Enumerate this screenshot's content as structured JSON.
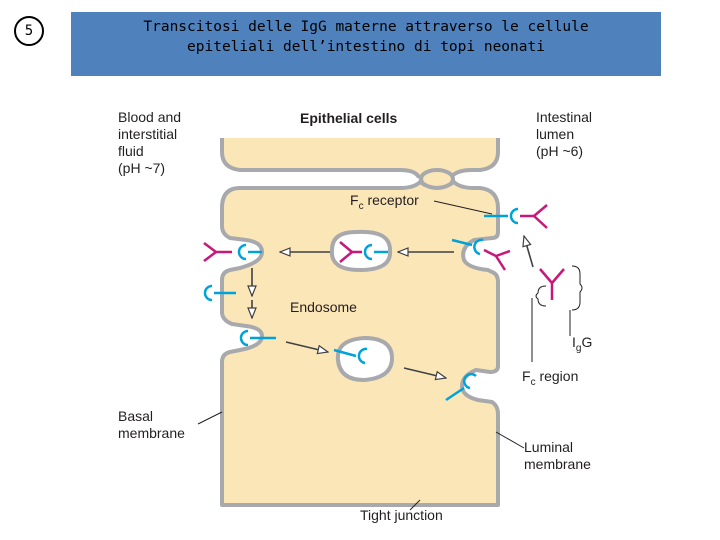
{
  "slide": {
    "number": "5"
  },
  "header": {
    "title": "Transcitosi delle IgG materne attraverso le cellule\nepiteliali dell’intestino di topi neonati"
  },
  "diagram": {
    "labels": {
      "blood_line1": "Blood and",
      "blood_line2": "interstitial",
      "blood_line3": "fluid",
      "blood_line4": "(pH ~7)",
      "epithelial_cells": "Epithelial cells",
      "intestinal_line1": "Intestinal",
      "intestinal_line2": "lumen",
      "intestinal_line3": "(pH ~6)",
      "fc_receptor_prefix": "F",
      "fc_receptor_sub": "c",
      "fc_receptor_suffix": " receptor",
      "endosome": "Endosome",
      "igg_prefix": "I",
      "igg_sub": "g",
      "igg_suffix": "G",
      "fc_region_prefix": "F",
      "fc_region_sub": "c",
      "fc_region_suffix": " region",
      "basal_line1": "Basal",
      "basal_line2": "membrane",
      "luminal_line1": "Luminal",
      "luminal_line2": "membrane",
      "tight_junction": "Tight junction"
    },
    "colors": {
      "cell_fill": "#fbe6b8",
      "cell_outline": "#a7a9ac",
      "receptor": "#00a3d9",
      "igg": "#c8177a",
      "arrow": "#414042"
    }
  }
}
